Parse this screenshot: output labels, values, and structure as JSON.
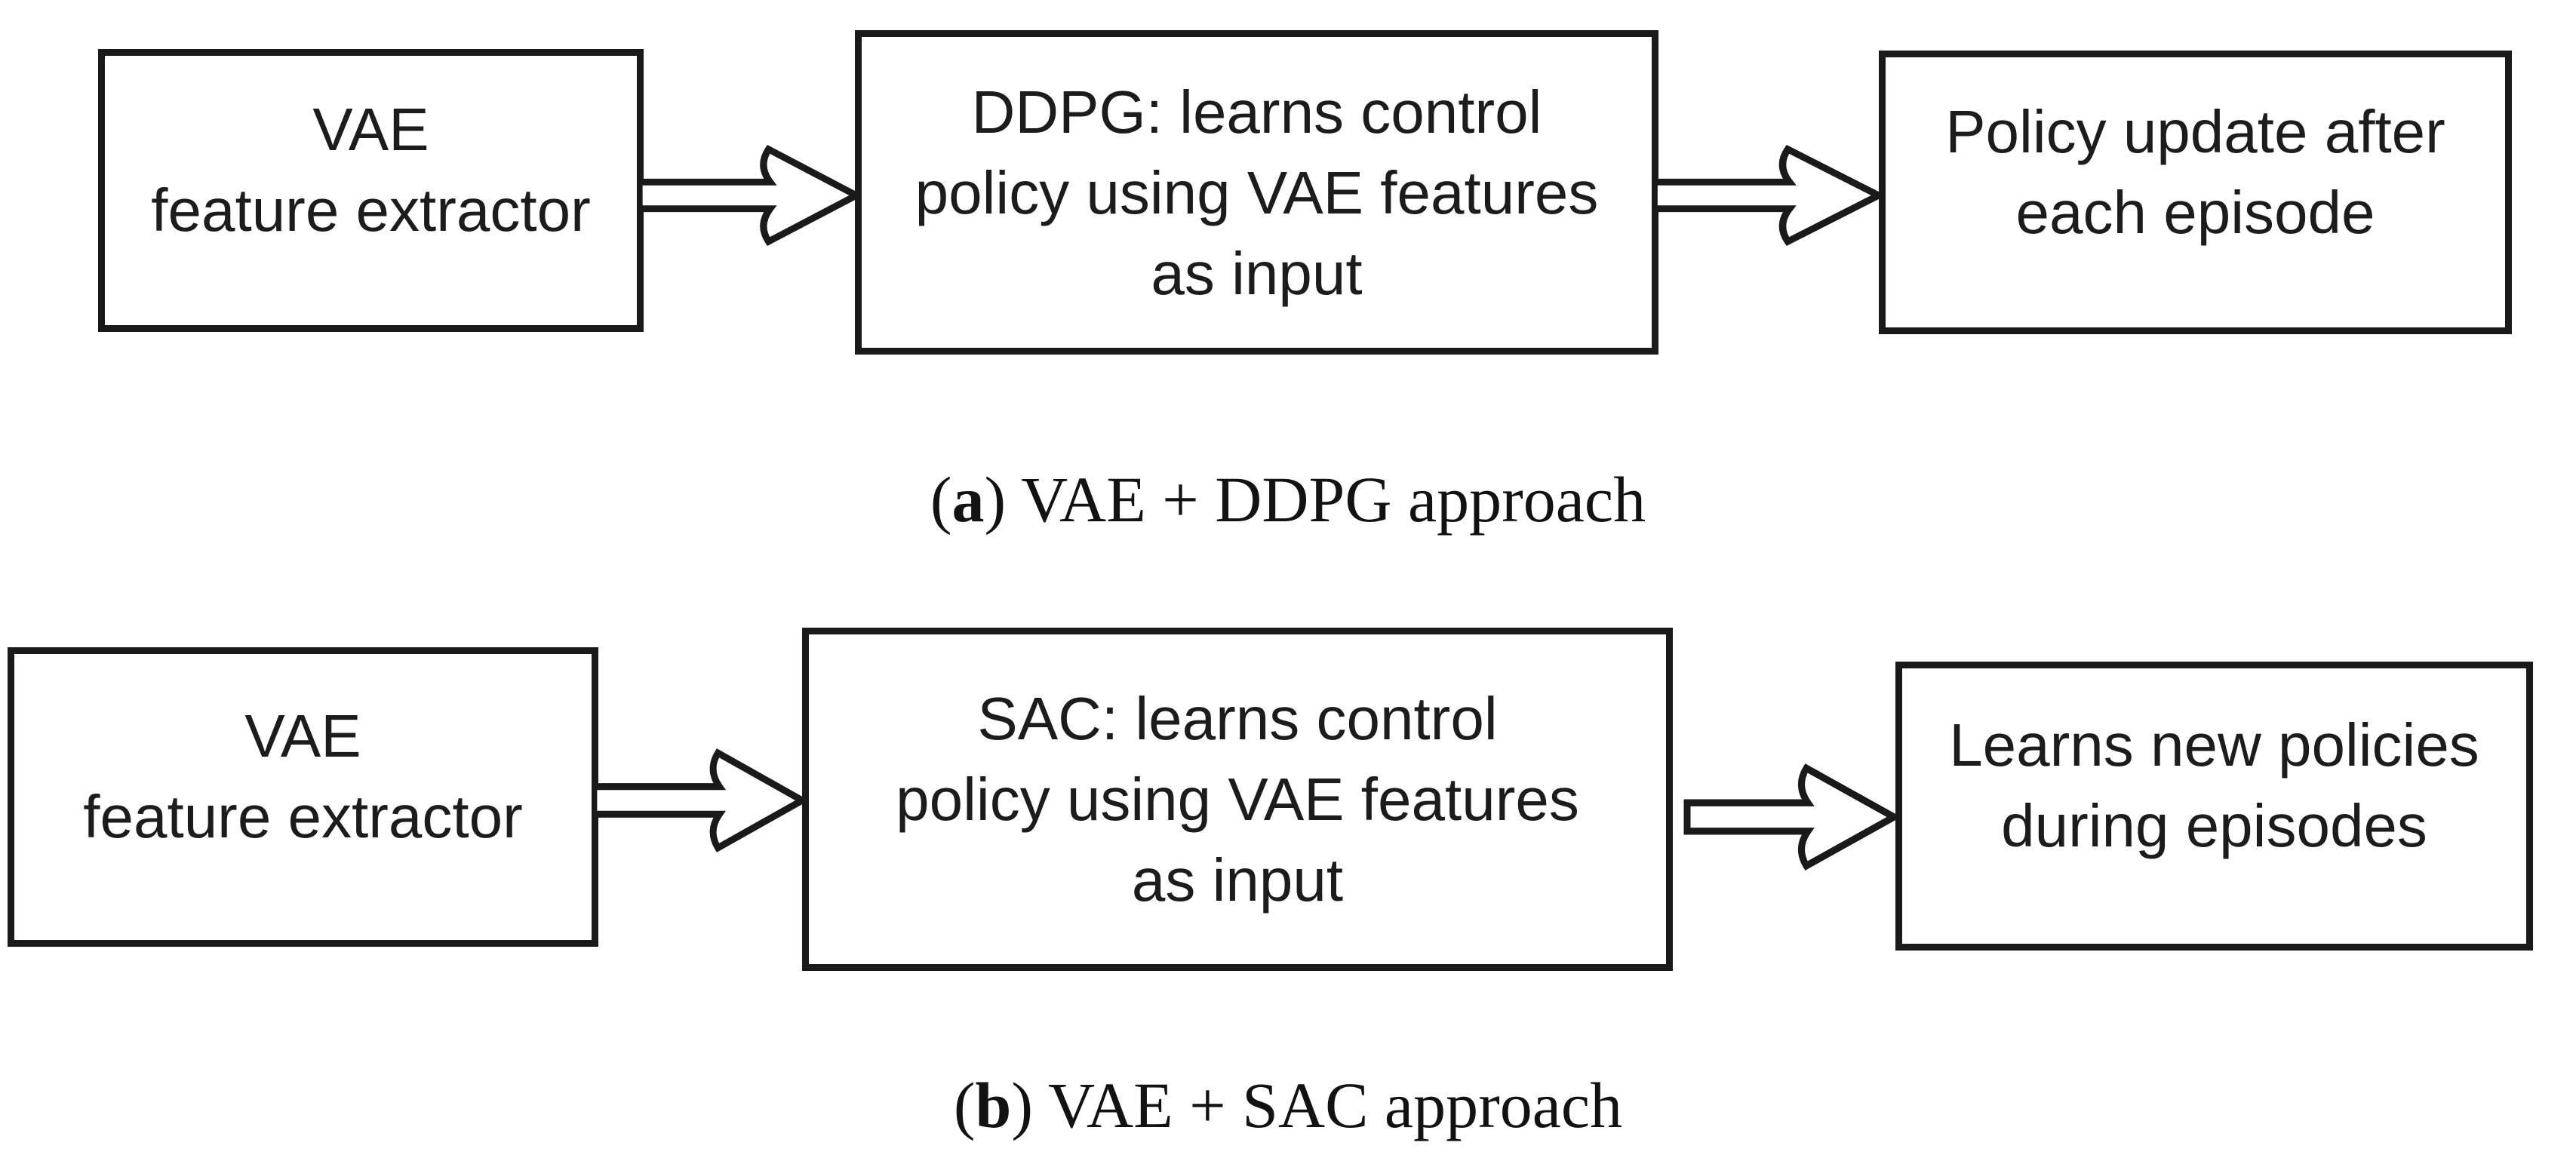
{
  "colors": {
    "ink": "#1a1a1a",
    "paper": "#ffffff"
  },
  "figure": {
    "panels": [
      {
        "caption": {
          "open": "(",
          "letter": "a",
          "rest": ") VAE + DDPG approach"
        },
        "boxes": [
          {
            "lines": [
              "VAE",
              "feature extractor"
            ]
          },
          {
            "lines": [
              "DDPG: learns control",
              "policy using VAE features",
              "as input"
            ]
          },
          {
            "lines": [
              "Policy update after",
              "each episode"
            ]
          }
        ]
      },
      {
        "caption": {
          "open": "(",
          "letter": "b",
          "rest": ") VAE + SAC approach"
        },
        "boxes": [
          {
            "lines": [
              "VAE",
              "feature extractor"
            ]
          },
          {
            "lines": [
              "SAC: learns control",
              "policy using VAE features",
              "as input"
            ]
          },
          {
            "lines": [
              "Learns new policies",
              "during episodes"
            ]
          }
        ]
      }
    ]
  }
}
